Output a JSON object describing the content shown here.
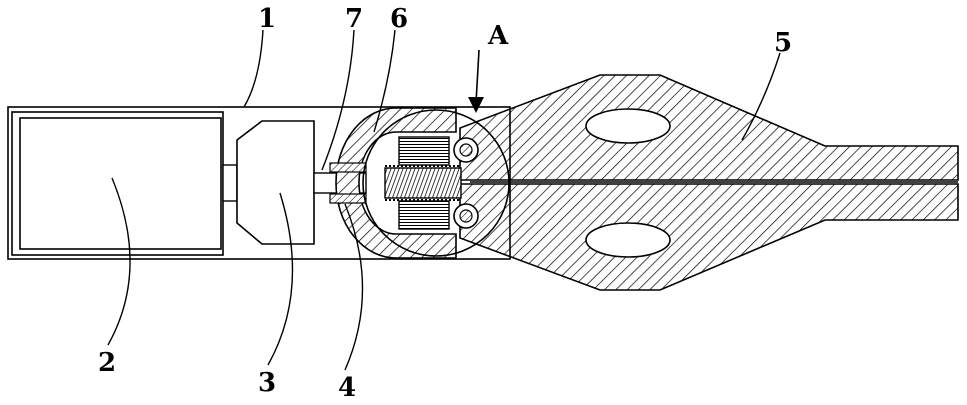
{
  "labels": {
    "housing": "1",
    "box": "2",
    "motor": "3",
    "spring": "4",
    "jaw": "5",
    "arc_guide": "6",
    "rod": "7",
    "detail": "A"
  }
}
